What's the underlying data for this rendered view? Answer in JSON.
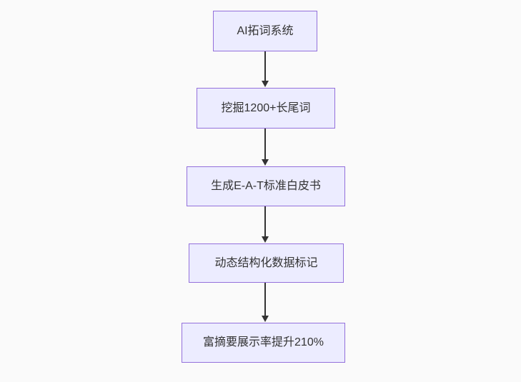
{
  "colors": {
    "page_bg": "#fafafa",
    "node_fill": "#ececff",
    "node_border": "#9370db",
    "arrow_color": "#333333",
    "text_color": "#333333"
  },
  "flowchart": {
    "type": "flowchart",
    "direction": "top-to-bottom",
    "nodes": [
      {
        "id": "step-1",
        "label": "AI拓词系统"
      },
      {
        "id": "step-2",
        "label": "挖掘1200+长尾词"
      },
      {
        "id": "step-3",
        "label": "生成E-A-T标准白皮书"
      },
      {
        "id": "step-4",
        "label": "动态结构化数据标记"
      },
      {
        "id": "step-5",
        "label": "富摘要展示率提升210%"
      }
    ],
    "edges": [
      {
        "from": "step-1",
        "to": "step-2"
      },
      {
        "from": "step-2",
        "to": "step-3"
      },
      {
        "from": "step-3",
        "to": "step-4"
      },
      {
        "from": "step-4",
        "to": "step-5"
      }
    ]
  }
}
